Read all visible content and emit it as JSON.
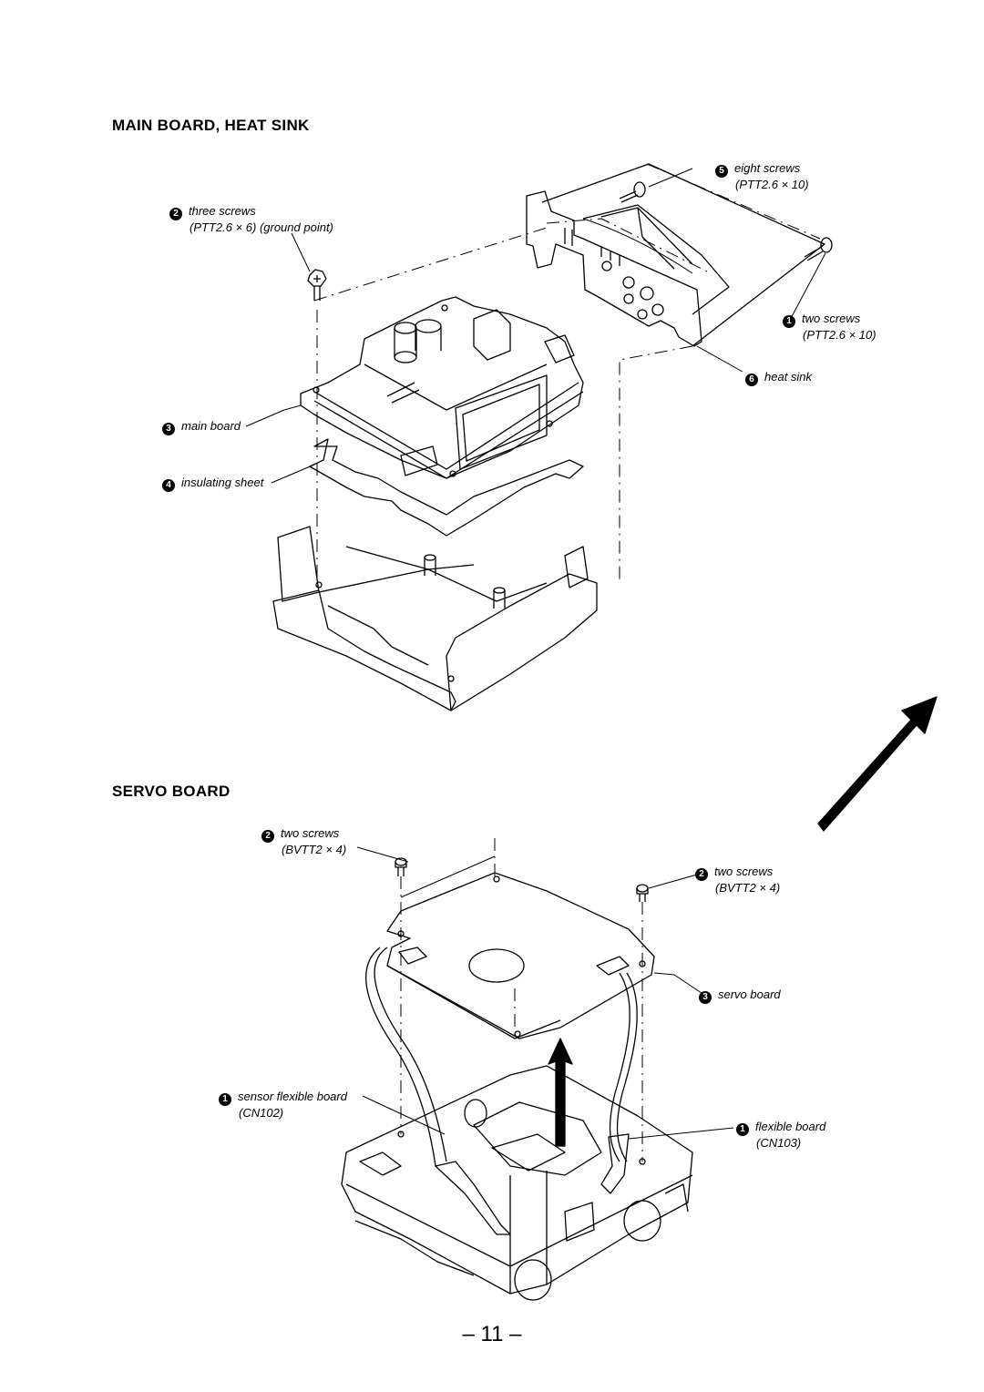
{
  "sections": {
    "main_heat": {
      "title": "MAIN  BOARD,  HEAT  SINK"
    },
    "servo": {
      "title": "SERVO BOARD"
    }
  },
  "callouts_main": [
    {
      "num": "5",
      "text": "eight screws",
      "sub": "(PTT2.6 × 10)"
    },
    {
      "num": "2",
      "text": "three screws",
      "sub": "(PTT2.6 × 6) (ground point)"
    },
    {
      "num": "1",
      "text": "two screws",
      "sub": "(PTT2.6 × 10)"
    },
    {
      "num": "6",
      "text": "heat sink",
      "sub": ""
    },
    {
      "num": "3",
      "text": "main board",
      "sub": ""
    },
    {
      "num": "4",
      "text": "insulating sheet",
      "sub": ""
    }
  ],
  "callouts_servo": [
    {
      "num": "2",
      "text": "two screws",
      "sub": "(BVTT2 × 4)"
    },
    {
      "num": "2",
      "text": "two screws",
      "sub": "(BVTT2 × 4)"
    },
    {
      "num": "3",
      "text": "servo board",
      "sub": ""
    },
    {
      "num": "1",
      "text": "sensor flexible board",
      "sub": "(CN102)"
    },
    {
      "num": "1",
      "text": "flexible board",
      "sub": "(CN103)"
    }
  ],
  "page_number": "– 11 –"
}
